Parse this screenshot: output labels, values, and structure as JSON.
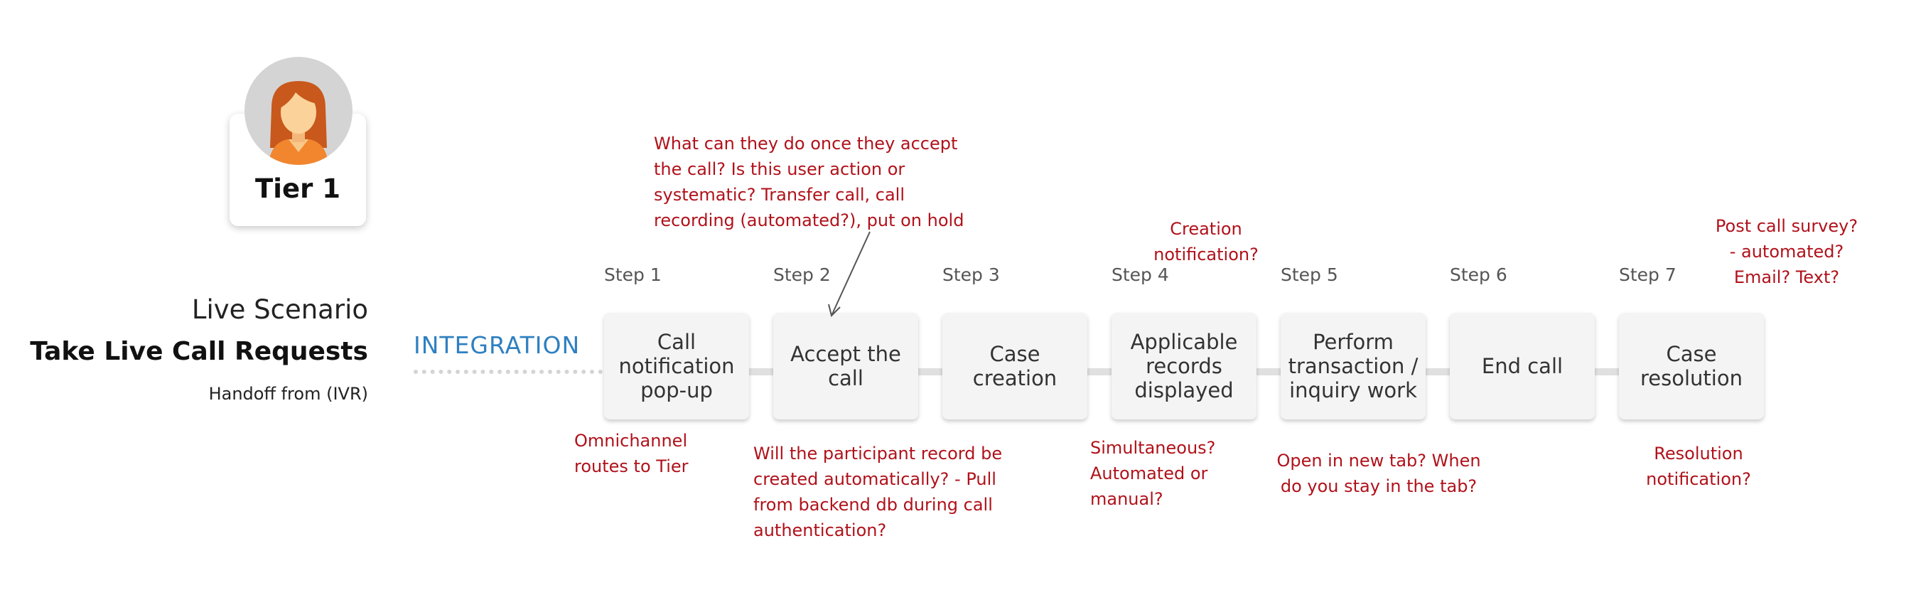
{
  "persona": {
    "title": "Tier 1"
  },
  "scenario": {
    "subtitle": "Live Scenario",
    "title": "Take Live Call Requests",
    "handoff": "Handoff from (IVR)"
  },
  "integration_label": "INTEGRATION",
  "steps": [
    {
      "label": "Step 1",
      "title": "Call\nnotification\npop-up"
    },
    {
      "label": "Step 2",
      "title": "Accept the\ncall"
    },
    {
      "label": "Step 3",
      "title": "Case creation"
    },
    {
      "label": "Step 4",
      "title": "Applicable\nrecords\ndisplayed"
    },
    {
      "label": "Step 5",
      "title": "Perform\ntransaction /\ninquiry work"
    },
    {
      "label": "Step 6",
      "title": "End call"
    },
    {
      "label": "Step 7",
      "title": "Case\nresolution"
    }
  ],
  "notes": {
    "accept_question": "What can they do once they accept\nthe call? Is this user action or\nsystematic? Transfer call, call\nrecording (automated?), put on hold",
    "creation_notification": "Creation\nnotification?",
    "post_call_survey": "Post call survey?\n- automated?\nEmail? Text?",
    "omnichannel": "Omnichannel\nroutes to Tier",
    "participant_record": "Will the participant record be\ncreated automatically? - Pull\nfrom backend db during call\nauthentication?",
    "simultaneous": "Simultaneous?\nAutomated or\nmanual?",
    "new_tab": "Open in new tab? When\ndo you stay in the tab?",
    "resolution_notification": "Resolution\nnotification?"
  },
  "colors": {
    "annotation": "#b0121b",
    "integration": "#2f80c0",
    "step_box": "#f4f4f4",
    "connector": "#e0e0e0"
  }
}
